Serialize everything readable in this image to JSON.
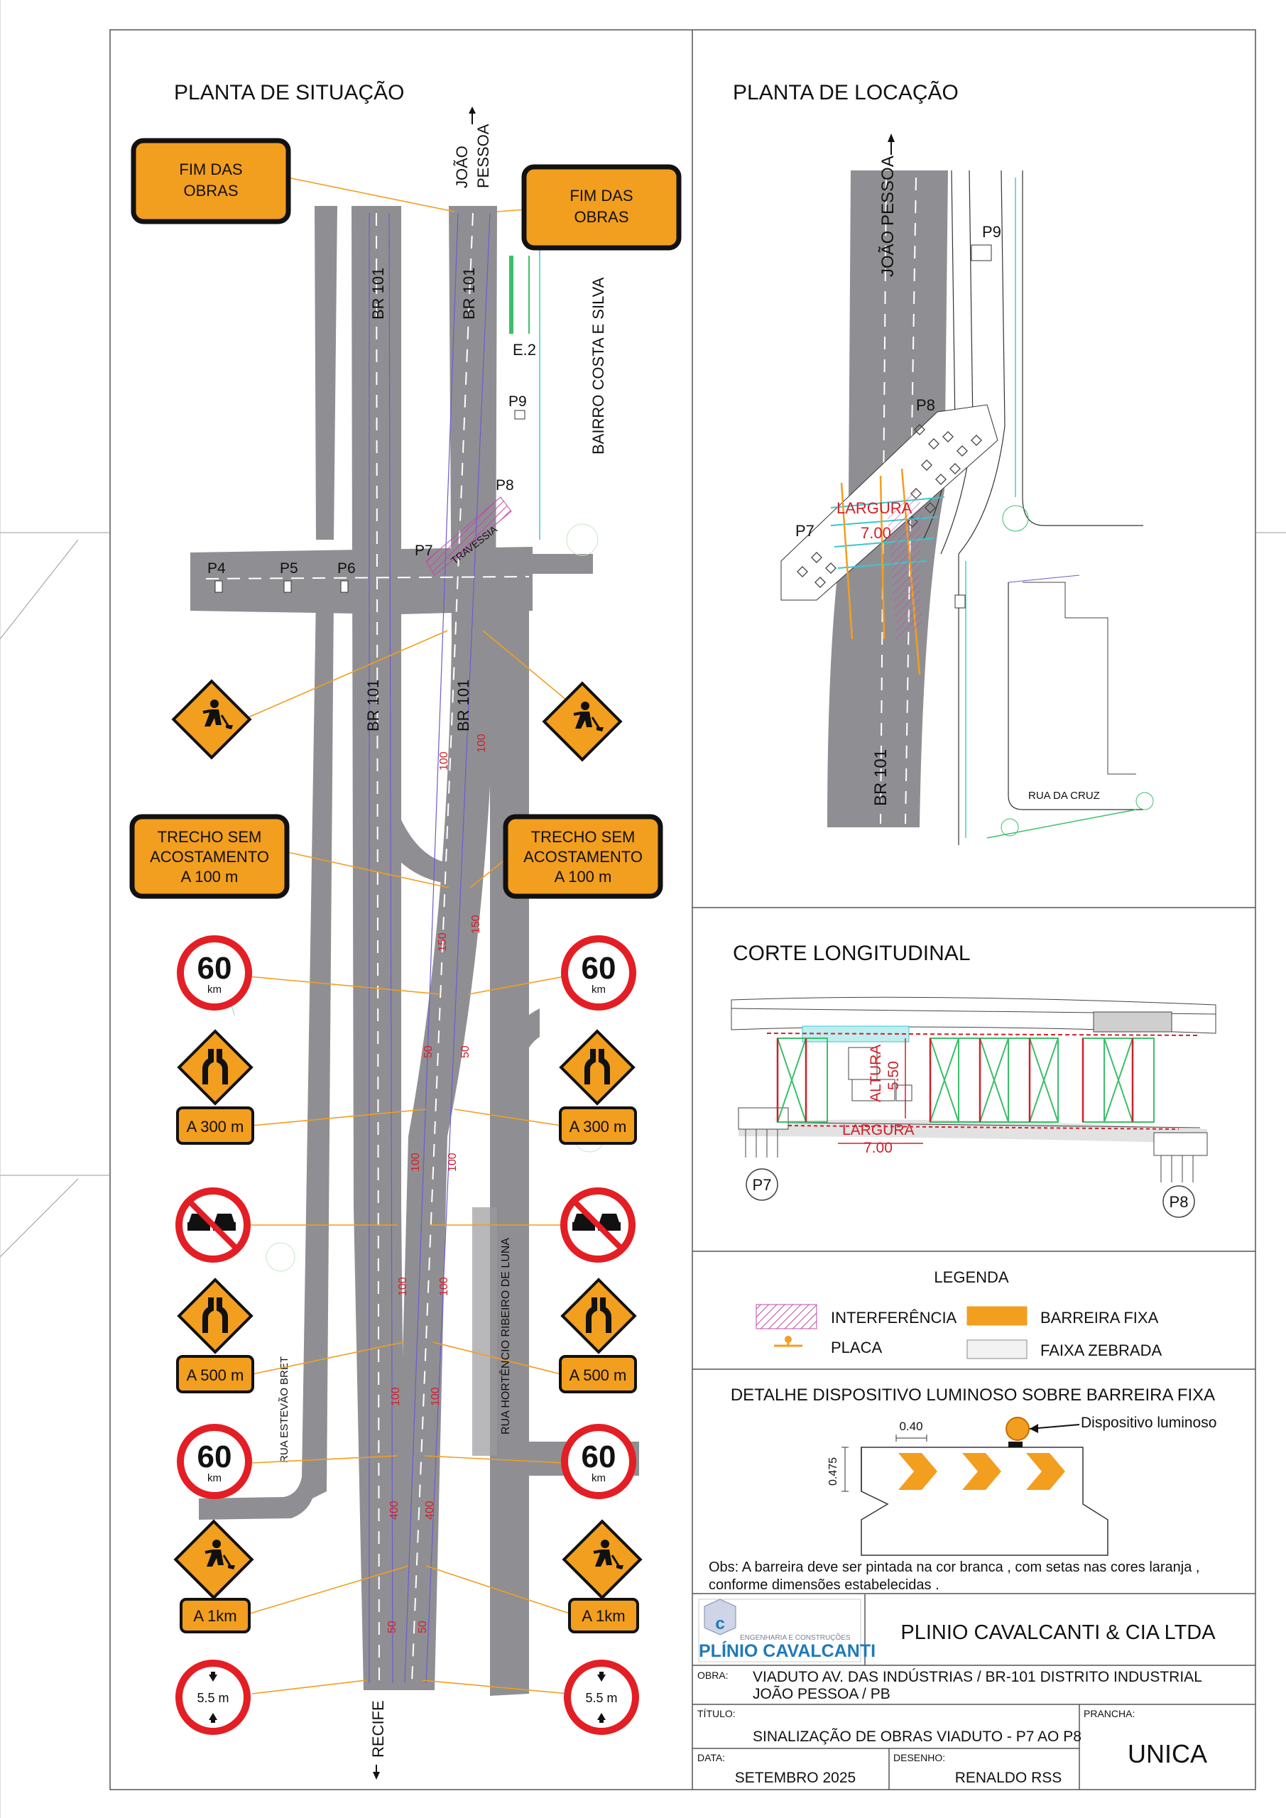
{
  "titles": {
    "situacao": "PLANTA DE SITUAÇÃO",
    "locacao": "PLANTA DE LOCAÇÃO",
    "corte": "CORTE LONGITUDINAL",
    "legenda": "LEGENDA",
    "detalhe": "DETALHE DISPOSITIVO LUMINOSO SOBRE BARREIRA FIXA"
  },
  "situacao": {
    "dir_north": [
      "JOÃO",
      "PESSOA"
    ],
    "dir_south": "RECIFE",
    "road_br101": "BR 101",
    "bairro": "BAIRRO COSTA E SILVA",
    "rua_estevao": "RUA ESTEVÃO BRET",
    "rua_hortencio": "RUA HORTÊNCIO RIBEIRO DE LUNA",
    "e2": "E.2",
    "travessia": "TRAVESSIA",
    "points": [
      "P4",
      "P5",
      "P6",
      "P7",
      "P8",
      "P9"
    ],
    "dims_left": [
      "100",
      "150",
      "50",
      "100",
      "100",
      "100",
      "400",
      "50"
    ],
    "dims_right": [
      "100",
      "150",
      "50",
      "100",
      "100",
      "100",
      "400",
      "50"
    ],
    "sign_fim": [
      "FIM DAS",
      "OBRAS"
    ],
    "sign_trecho": [
      "TRECHO SEM",
      "ACOSTAMENTO",
      "A 100 m"
    ],
    "speed": "60",
    "speed_unit": "km",
    "dist_300": "A 300 m",
    "dist_500": "A 500 m",
    "dist_1km": "A 1km",
    "height_limit": "5.5 m"
  },
  "locacao": {
    "road_north": "JOÃO PESSOA",
    "road_br101": "BR 101",
    "p7": "P7",
    "p8": "P8",
    "p9": "P9",
    "largura_label": "LARGURA",
    "largura_value": "7.00",
    "rua_cruz": "RUA DA CRUZ"
  },
  "corte": {
    "altura_label": "ALTURA",
    "altura_value": "5.50",
    "largura_label": "LARGURA",
    "largura_value": "7.00",
    "p7": "P7",
    "p8": "P8"
  },
  "legenda": {
    "interferencia": "INTERFERÊNCIA",
    "placa": "PLACA",
    "barreira": "BARREIRA FIXA",
    "zebrada": "FAIXA ZEBRADA"
  },
  "detalhe": {
    "dim_width": "0.40",
    "dim_height": "0.475",
    "dispositivo": "Dispositivo luminoso",
    "obs_line1": "Obs: A barreira deve ser pintada  na cor branca , com setas nas cores laranja ,",
    "obs_line2": "conforme dimensões estabelecidas ."
  },
  "titleblock": {
    "logo_small": "ENGENHARIA E CONSTRUÇÕES",
    "logo_big": "PLÍNIO CAVALCANTI",
    "company": "PLINIO CAVALCANTI & CIA LTDA",
    "obra_label": "OBRA:",
    "obra_line1": "VIADUTO AV. DAS INDÚSTRIAS / BR-101 DISTRITO INDUSTRIAL",
    "obra_line2": "JOÃO PESSOA / PB",
    "titulo_label": "TÍTULO:",
    "titulo": "SINALIZAÇÃO DE OBRAS VIADUTO - P7 AO P8",
    "prancha_label": "PRANCHA:",
    "prancha": "UNICA",
    "data_label": "DATA:",
    "data": "SETEMBRO 2025",
    "desenho_label": "DESENHO:",
    "desenho": "RENALDO RSS"
  },
  "colors": {
    "road": "#8f8f93",
    "sign_orange": "#f29e1f",
    "sign_red": "#e31e24",
    "dim_red": "#d0202a",
    "lane_cyan": "#38c8d0",
    "scaffold_green": "#3bbf6a",
    "logo_blue": "#1f79b8"
  }
}
